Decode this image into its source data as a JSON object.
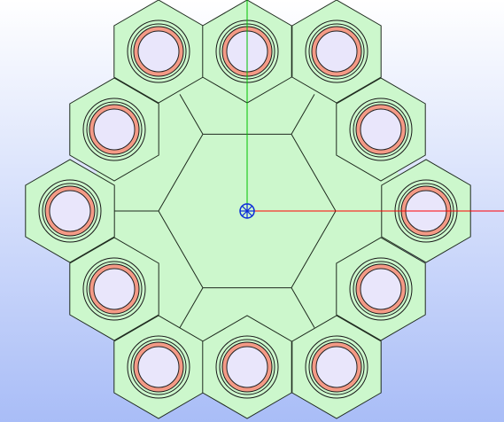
{
  "viewer": {
    "background_top": "#ffffff",
    "background_bottom": "#a9bdf7",
    "cell_fill": "#ccf7cc",
    "cell_stroke": "#1e2a1e",
    "clad_color": "#f49a86",
    "fuel_color": "#e9e6fb",
    "gap_color": "#dce9dc",
    "x_axis_color": "#ff0000",
    "y_axis_color": "#00c000",
    "origin_color": "#0a2bd9"
  },
  "geometry": {
    "outer_ring_pin_count": 12,
    "pins": [
      {
        "id": "pin-top-left"
      },
      {
        "id": "pin-top-center"
      },
      {
        "id": "pin-top-right"
      },
      {
        "id": "pin-upper-left"
      },
      {
        "id": "pin-upper-right"
      },
      {
        "id": "pin-left"
      },
      {
        "id": "pin-right"
      },
      {
        "id": "pin-lower-left"
      },
      {
        "id": "pin-lower-right"
      },
      {
        "id": "pin-bottom-left"
      },
      {
        "id": "pin-bottom-center"
      },
      {
        "id": "pin-bottom-right"
      }
    ]
  }
}
